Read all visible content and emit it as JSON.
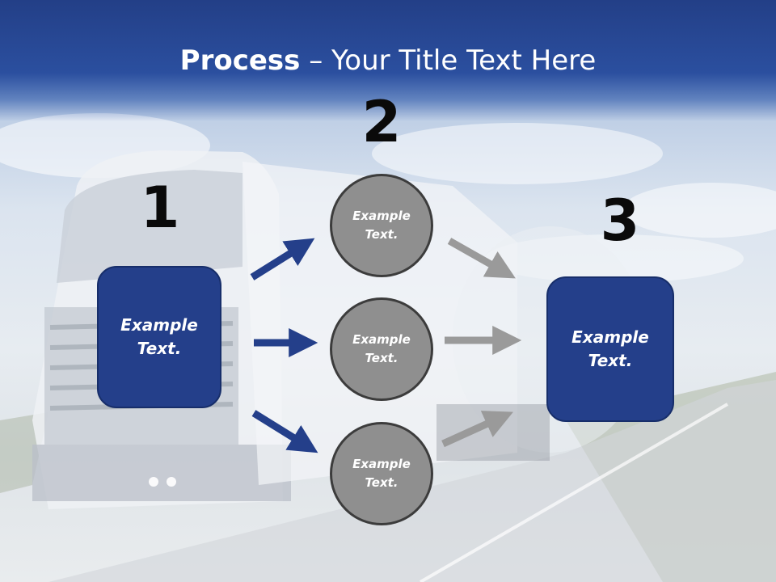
{
  "title": {
    "bold": "Process",
    "dash": " – ",
    "rest": "Your Title Text Here"
  },
  "steps": {
    "one": "1",
    "two": "2",
    "three": "3"
  },
  "left_box": {
    "text": "Example\nText."
  },
  "right_box": {
    "text": "Example\nText."
  },
  "circles": [
    {
      "text": "Example\nText."
    },
    {
      "text": "Example\nText."
    },
    {
      "text": "Example\nText."
    }
  ],
  "colors": {
    "blue": "#243f8a",
    "gray": "#8f8f8f",
    "arrow_gray": "#9a9a9a"
  }
}
